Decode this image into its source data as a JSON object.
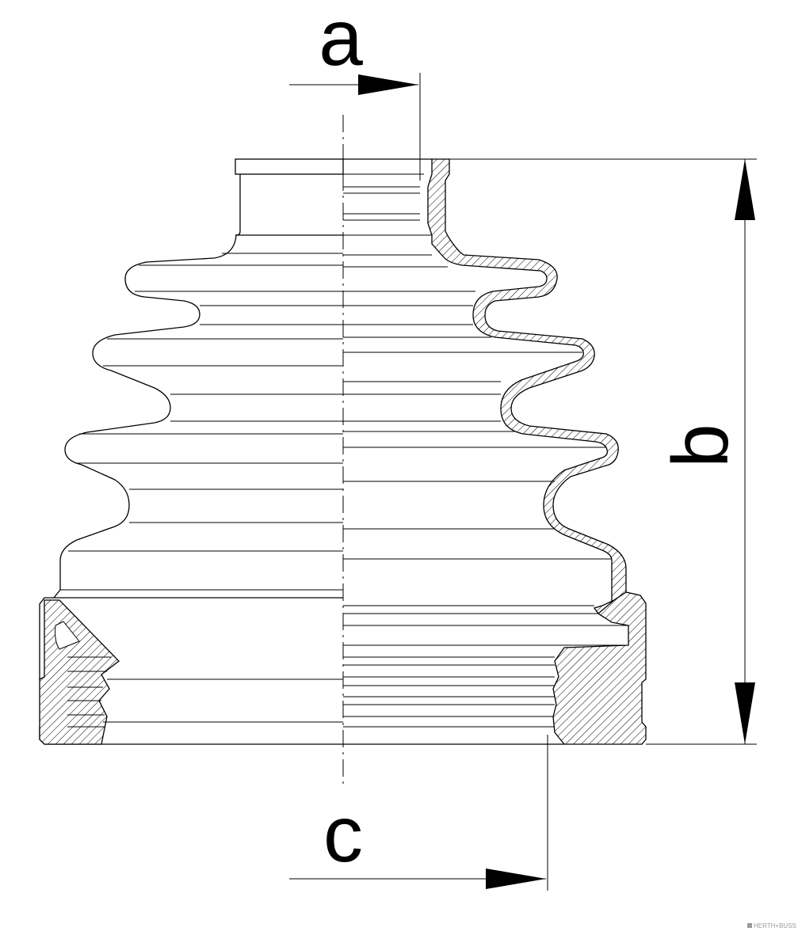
{
  "labels": {
    "a": "a",
    "b": "b",
    "c": "c"
  },
  "watermark": "HERTH+BUSS",
  "colors": {
    "line": "#000000",
    "background": "#ffffff",
    "watermark": "#9a9a9a"
  }
}
